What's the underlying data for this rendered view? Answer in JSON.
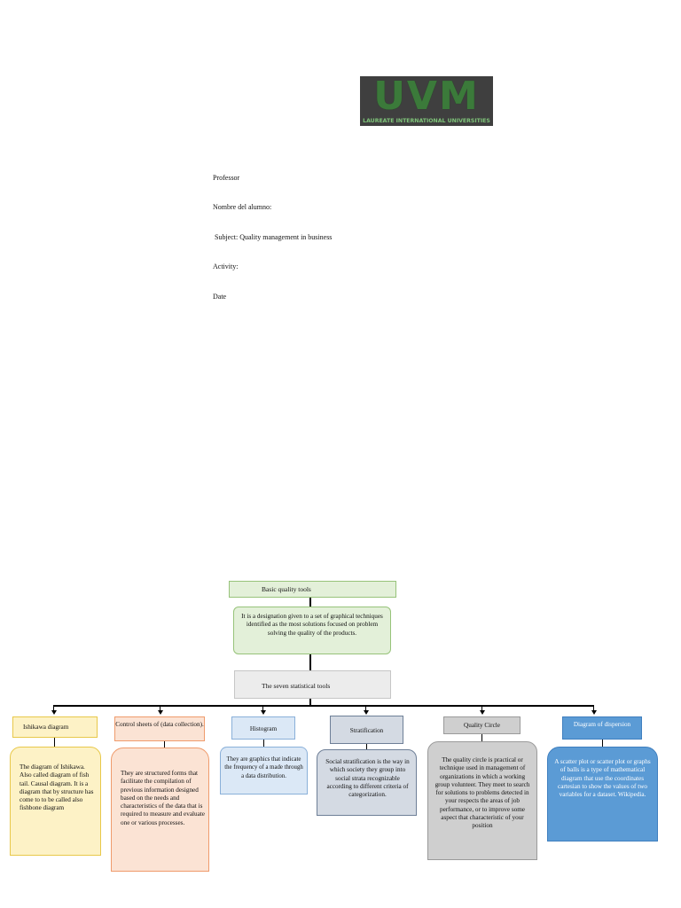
{
  "logo": {
    "wordmark": "UVM",
    "tagline": "LAUREATE INTERNATIONAL UNIVERSITIES",
    "colors": {
      "background": "#3f3f3f",
      "letters": "#3b7a3a",
      "tagline": "#7fc47a"
    }
  },
  "cover": {
    "professor": "Professor",
    "student": "Nombre del alumno:",
    "subject": "Subject: Quality management in business",
    "activity": "Activity:",
    "date": "Date"
  },
  "diagram": {
    "title": "Basic quality tools",
    "definition": "It is a designation given to a set of graphical techniques identified as the most solutions focused on problem solving the quality of the products.",
    "seven_tools": "The seven statistical tools",
    "tools": [
      {
        "label": "Ishikawa diagram",
        "body": "The diagram of Ishikawa. Also called diagram of fish tail. Causal diagram. It is a diagram that by structure has come to to be called also fishbone diagram",
        "color": "#fdf2c6"
      },
      {
        "label": "Control sheets of (data collection).",
        "body": "They are structured forms that facilitate the compilation of previous information designed based on the needs and characteristics of the data that is required to measure and evaluate one or various processes.",
        "color": "#fbe3d4"
      },
      {
        "label": "Histogram",
        "body": "They are graphics that indicate the frequency of a made through a data distribution.",
        "color": "#dbe8f6"
      },
      {
        "label": "Stratification",
        "body": "Social stratification is the way in which society they group into social strata recognizable according to different criteria of categorization.",
        "color": "#d4dae3"
      },
      {
        "label": "Quality Circle",
        "body": "The quality circle is practical or technique used in management of organizations in which a working group volunteer. They meet to search for solutions to problems detected in your respects the areas of job performance, or to improve some aspect that characteristic of your position",
        "color": "#cfcfcf"
      },
      {
        "label": "Diagram of dispersion",
        "body": "A scatter plot or scatter plot or graphs of balls is a type of mathematical diagram that use the coordinates cartesian to show the values of two variables for a dataset. Wikipedia.",
        "color": "#5b9bd5"
      }
    ]
  }
}
